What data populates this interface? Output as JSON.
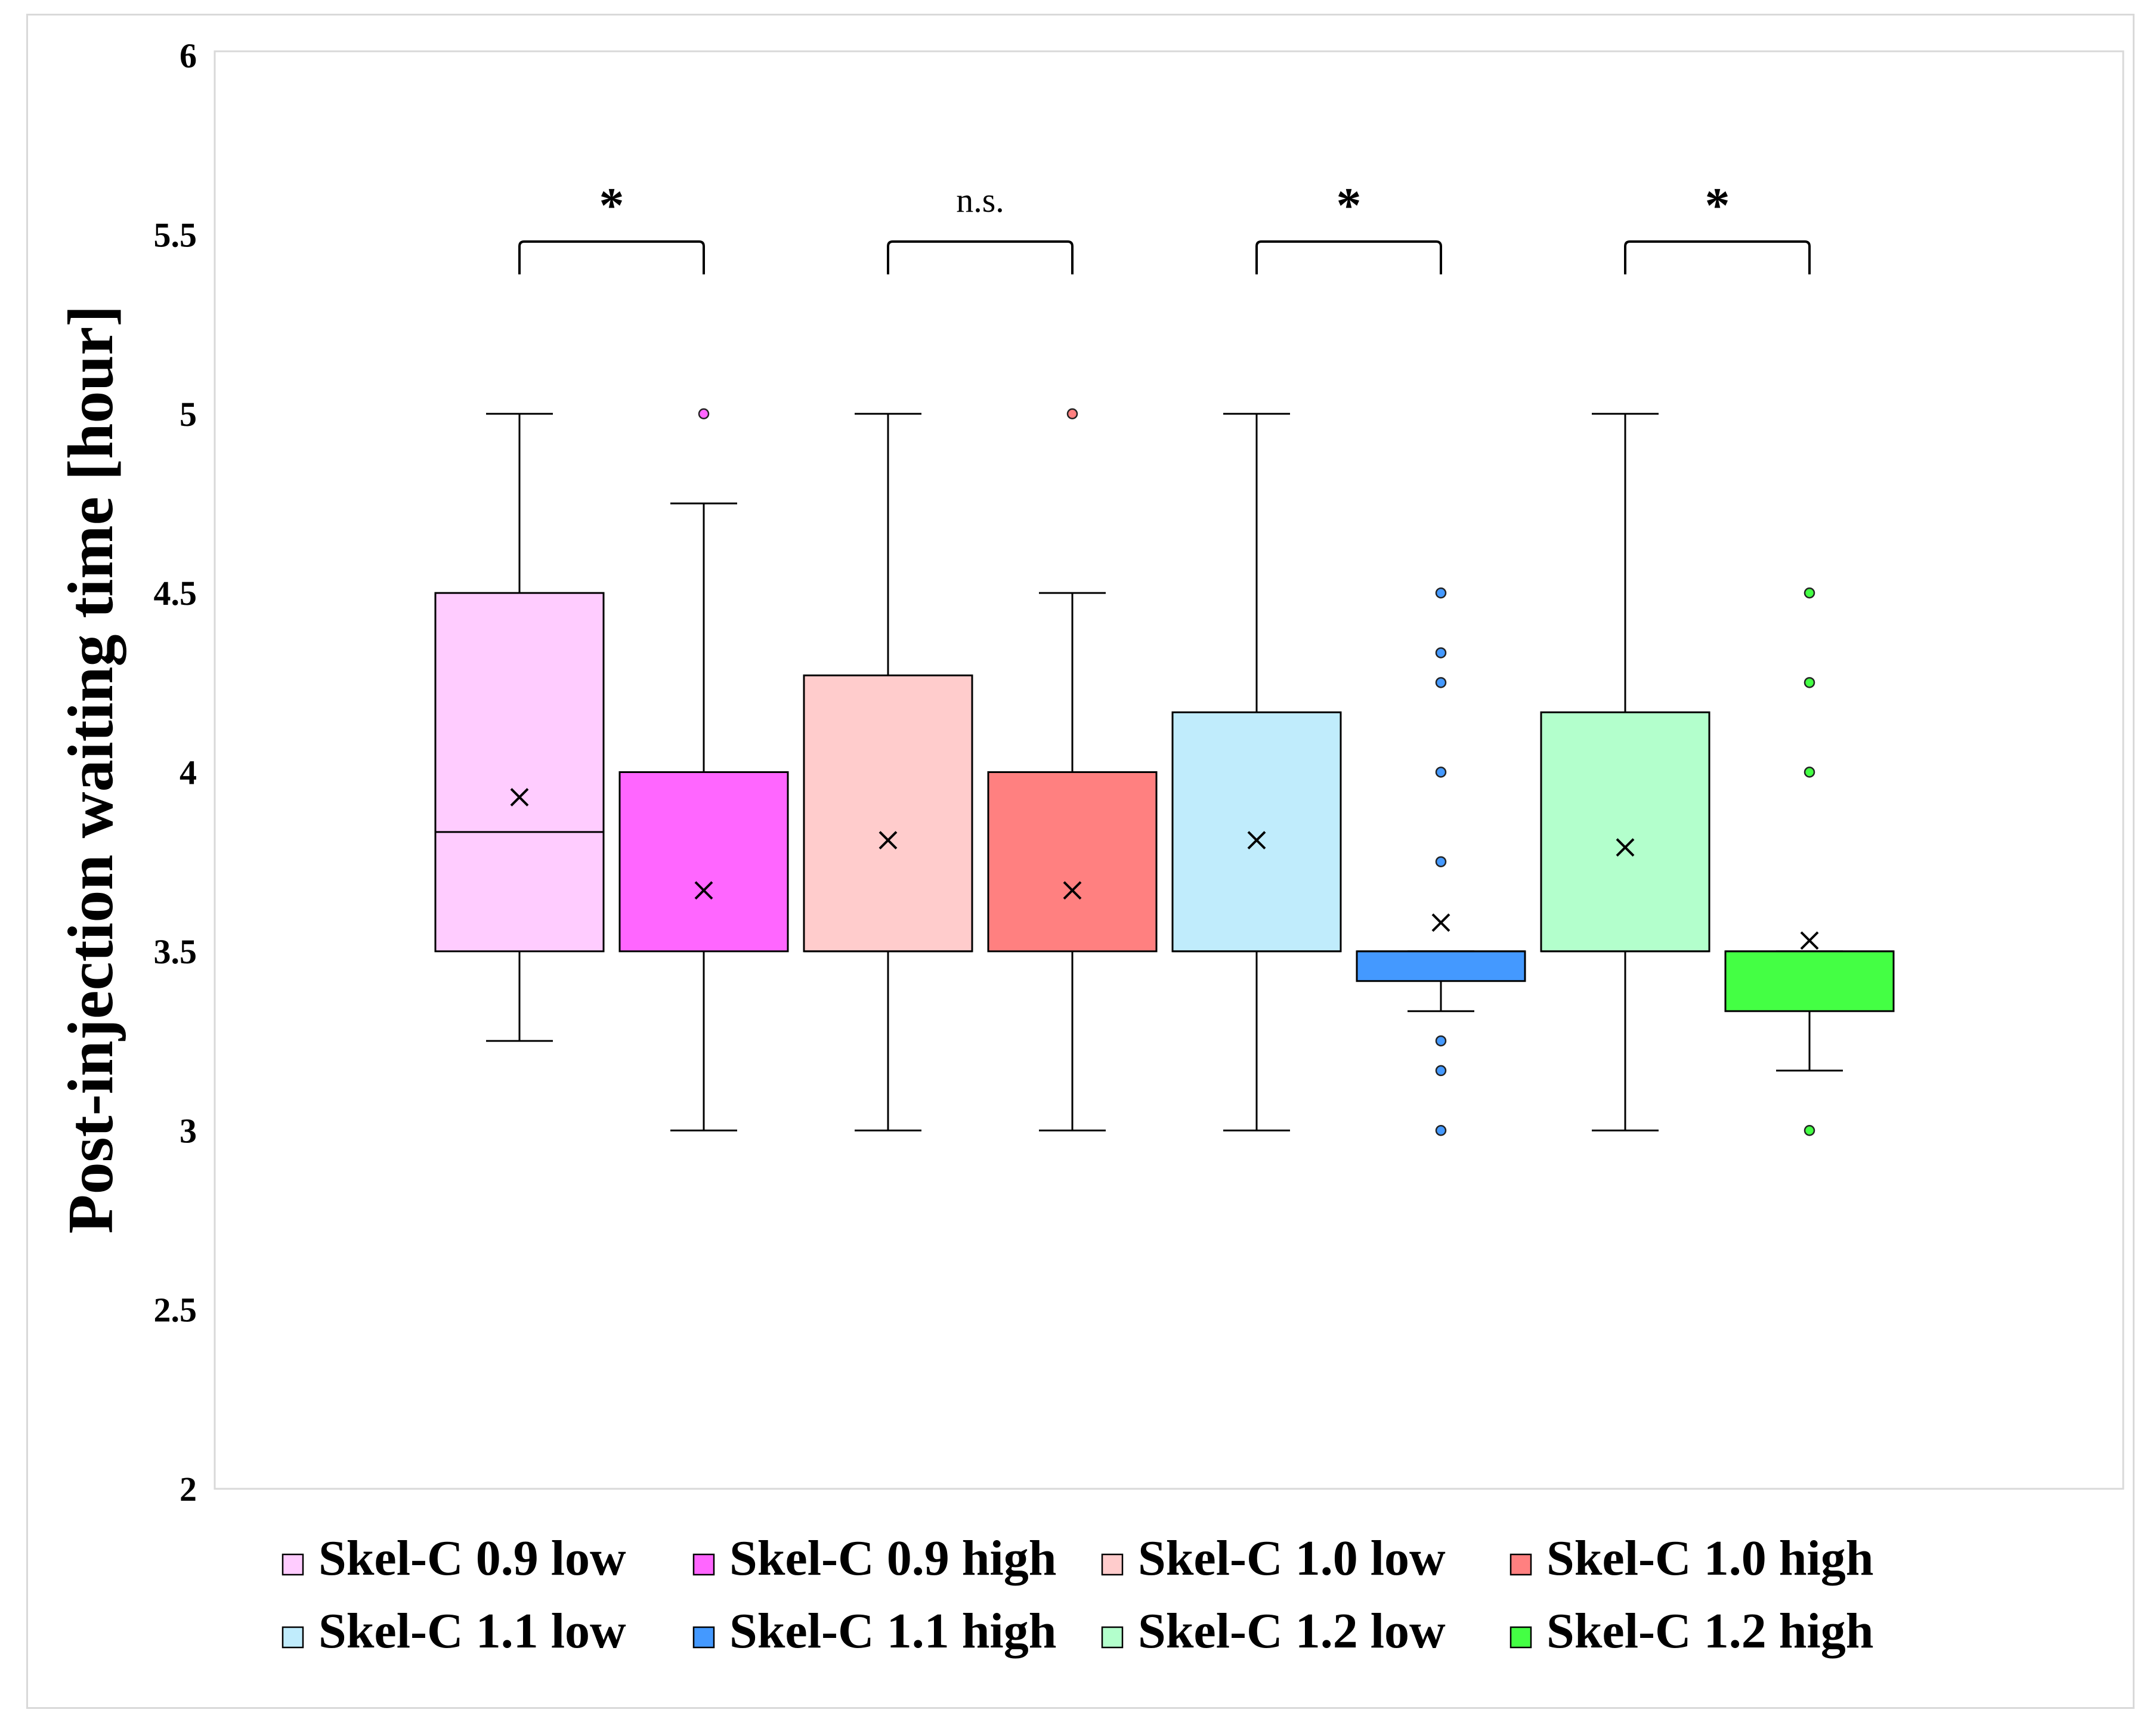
{
  "chart_data": {
    "type": "box",
    "title": "",
    "xlabel": "",
    "ylabel": "Post-injection waiting time [hour]",
    "ylim": [
      2,
      6
    ],
    "yticks": [
      "2",
      "2.5",
      "3",
      "3.5",
      "4",
      "4.5",
      "5",
      "5.5",
      "6"
    ],
    "grid": false,
    "legend_position": "bottom",
    "series": [
      {
        "name": "Skel-C 0.9 low",
        "color": "#ffccff",
        "min": 3.25,
        "q1": 3.5,
        "median": 3.833,
        "q3": 4.5,
        "max": 5.0,
        "mean": 3.93,
        "outliers": []
      },
      {
        "name": "Skel-C 0.9 high",
        "color": "#ff66ff",
        "min": 3.0,
        "q1": 3.5,
        "median": 4.0,
        "q3": 4.0,
        "max": 4.75,
        "mean": 3.67,
        "outliers": [
          5.0
        ]
      },
      {
        "name": "Skel-C 1.0 low",
        "color": "#ffcccc",
        "min": 3.0,
        "q1": 3.5,
        "median": 3.5,
        "q3": 4.27,
        "max": 5.0,
        "mean": 3.81,
        "outliers": []
      },
      {
        "name": "Skel-C 1.0 high",
        "color": "#ff8080",
        "min": 3.0,
        "q1": 3.5,
        "median": 4.0,
        "q3": 4.0,
        "max": 4.5,
        "mean": 3.67,
        "outliers": [
          5.0
        ]
      },
      {
        "name": "Skel-C 1.1 low",
        "color": "#c0ecfc",
        "min": 3.0,
        "q1": 3.5,
        "median": 3.5,
        "q3": 4.167,
        "max": 5.0,
        "mean": 3.81,
        "outliers": []
      },
      {
        "name": "Skel-C 1.1 high",
        "color": "#4499ff",
        "min": 3.333,
        "q1": 3.417,
        "median": 3.5,
        "q3": 3.5,
        "max": 3.5,
        "mean": 3.58,
        "outliers": [
          3.0,
          3.167,
          3.25,
          3.75,
          4.0,
          4.25,
          4.333,
          4.5
        ]
      },
      {
        "name": "Skel-C 1.2 low",
        "color": "#b3ffcc",
        "min": 3.0,
        "q1": 3.5,
        "median": 3.5,
        "q3": 4.167,
        "max": 5.0,
        "mean": 3.79,
        "outliers": []
      },
      {
        "name": "Skel-C 1.2 high",
        "color": "#44ff44",
        "min": 3.167,
        "q1": 3.333,
        "median": 3.5,
        "q3": 3.5,
        "max": 3.5,
        "mean": 3.53,
        "outliers": [
          3.0,
          4.0,
          4.25,
          4.5
        ]
      }
    ],
    "comparisons": [
      {
        "pair": [
          0,
          1
        ],
        "label": "*"
      },
      {
        "pair": [
          2,
          3
        ],
        "label": "n.s."
      },
      {
        "pair": [
          4,
          5
        ],
        "label": "*"
      },
      {
        "pair": [
          6,
          7
        ],
        "label": "*"
      }
    ]
  }
}
